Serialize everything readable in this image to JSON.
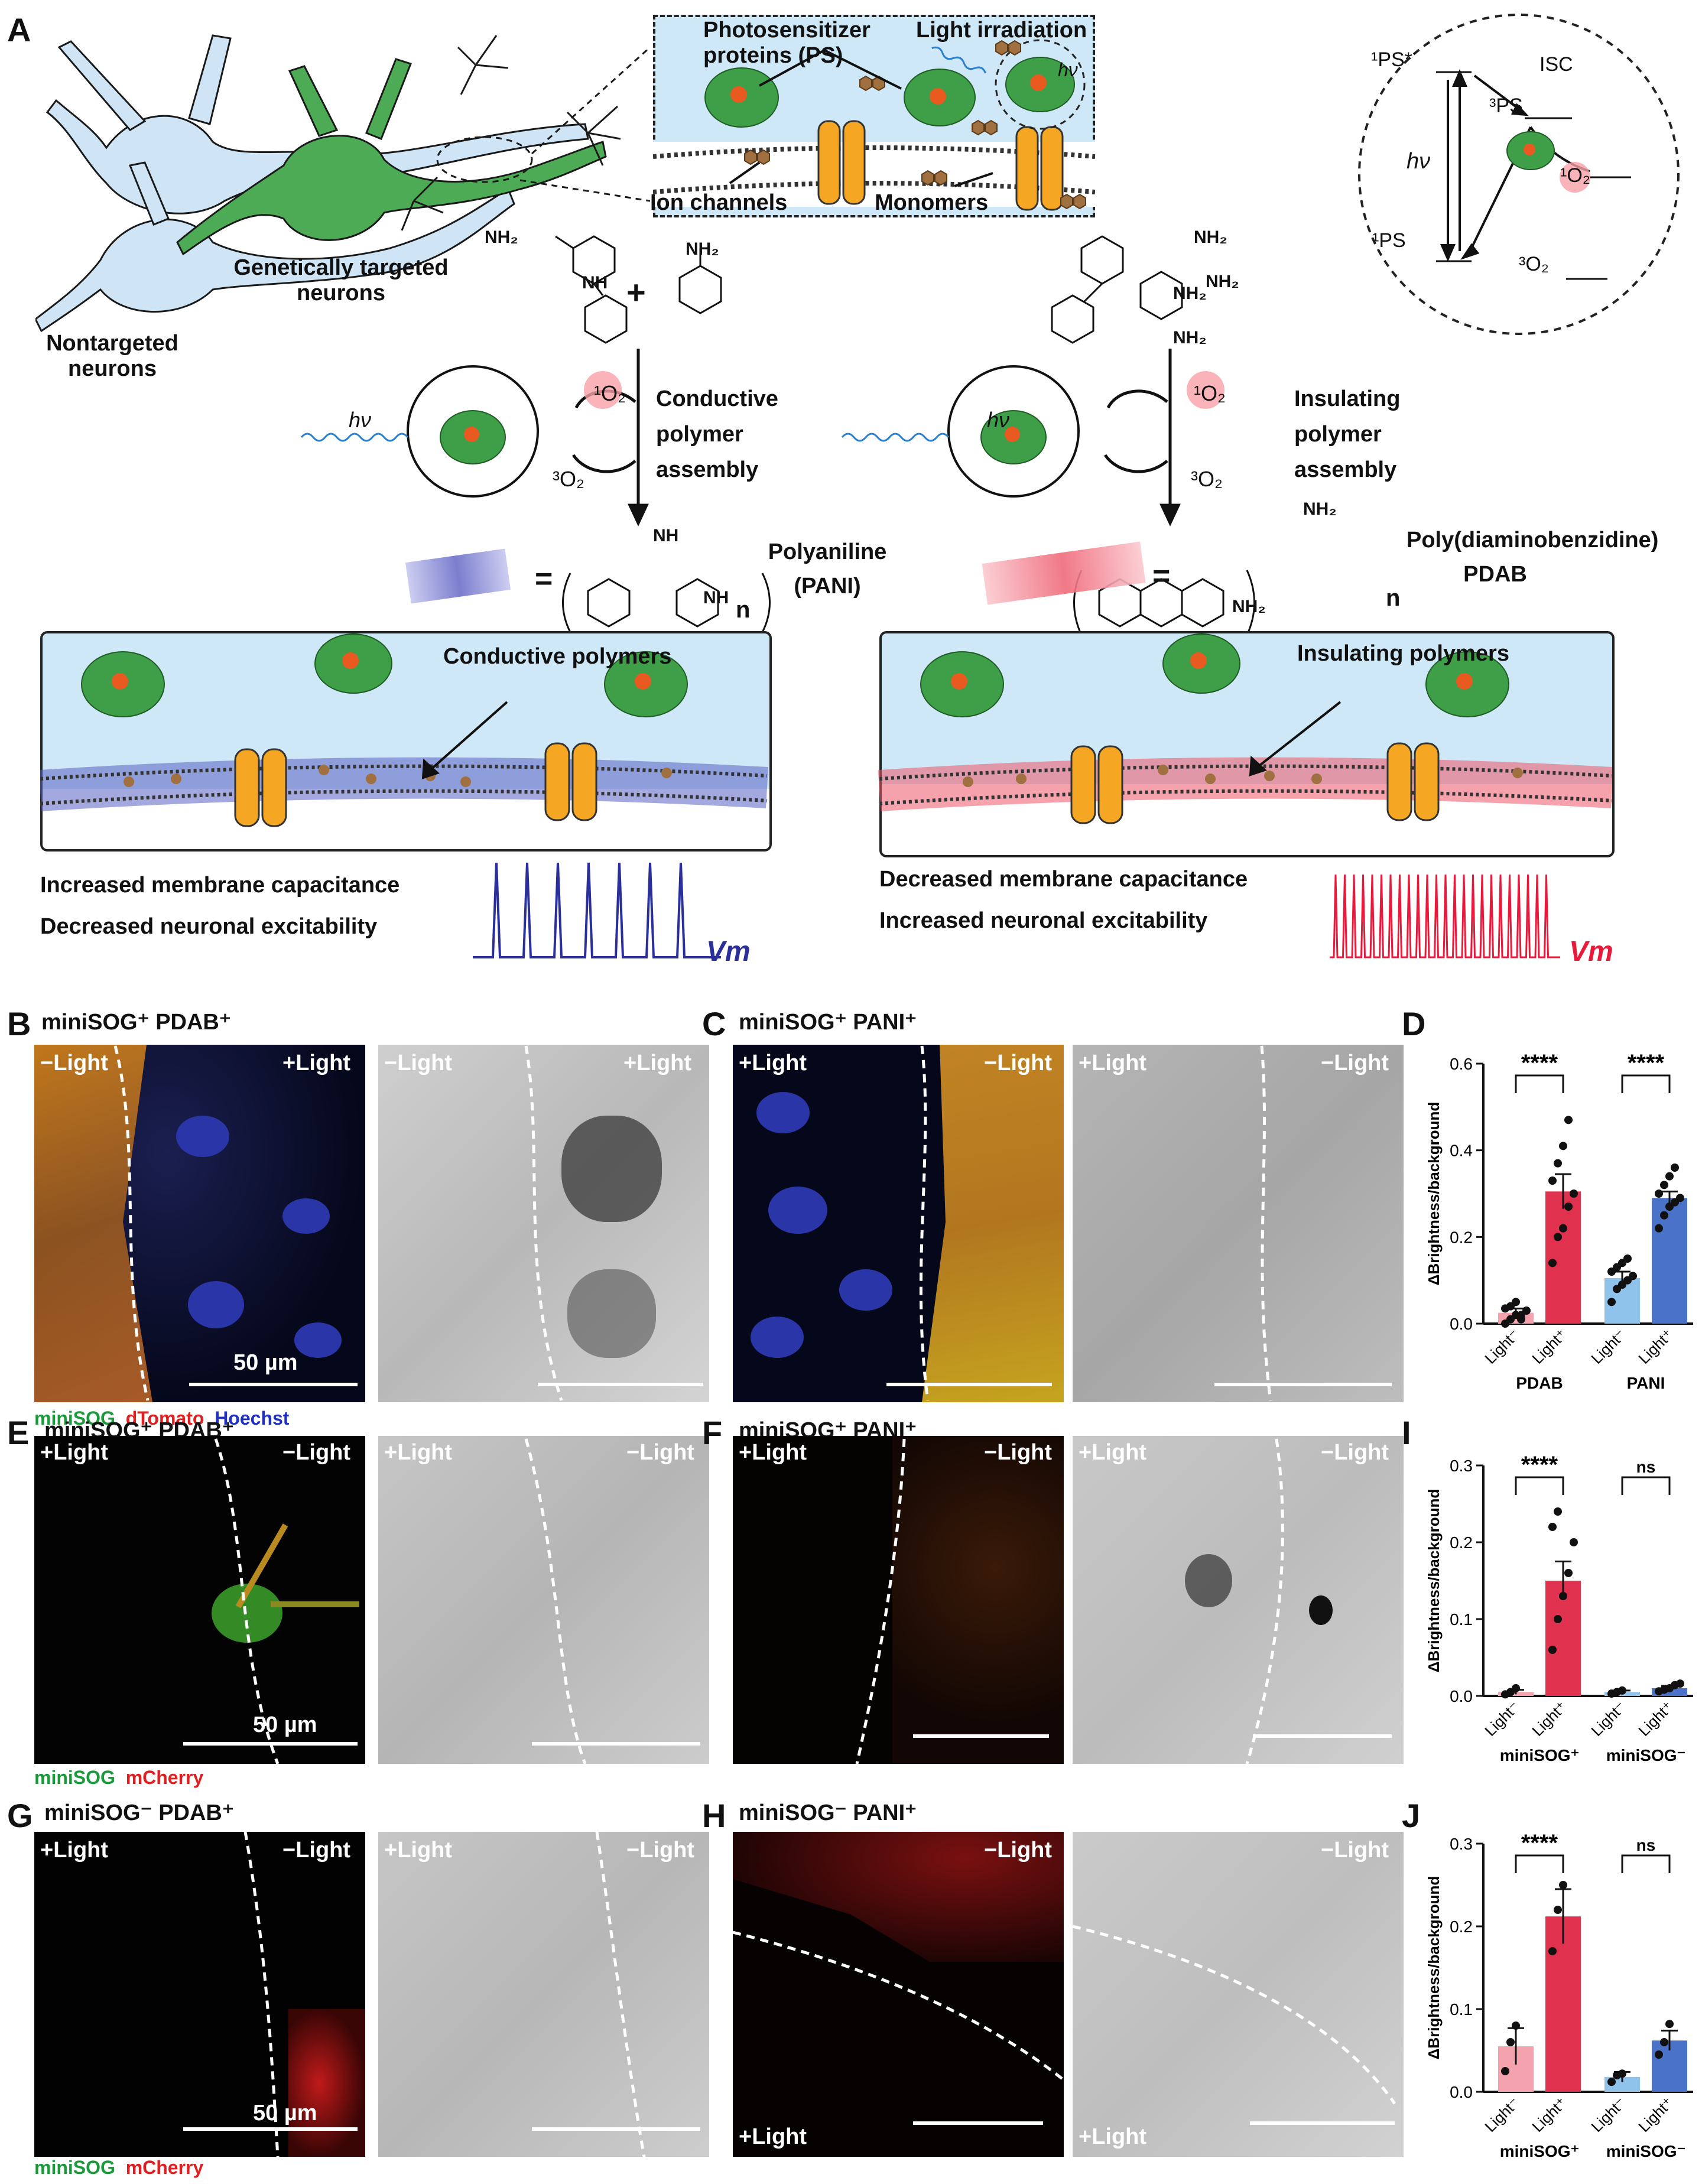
{
  "panel_A": {
    "label": "A",
    "photosensitizer": "Photosensitizer proteins (PS)",
    "light_irradiation": "Light irradiation",
    "hv": "hν",
    "ion_channels": "Ion channels",
    "monomers": "Monomers",
    "targeted": "Genetically targeted neurons",
    "nontargeted": "Nontargeted neurons",
    "cycle": {
      "ps_excited": "¹PS*",
      "isc": "ISC",
      "ps_triplet": "³PS",
      "ps_ground": "¹PS",
      "singlet_o2": "¹O₂",
      "triplet_o2": "³O₂",
      "hv": "hν"
    },
    "conductive_assembly": "Conductive polymer assembly",
    "insulating_assembly": "Insulating polymer assembly",
    "singlet_o2": "¹O₂",
    "triplet_o2": "³O₂",
    "pani_name": "Polyaniline (PANI)",
    "pdab_name": "Poly(diaminobenzidine) PDAB",
    "nh2": "NH₂",
    "nh": "NH",
    "n_sub": "n",
    "equals": "=",
    "plus": "+",
    "conductive_polymers": "Conductive polymers",
    "insulating_polymers": "Insulating polymers",
    "left_effect1": "Increased membrane capacitance",
    "left_effect2": "Decreased neuronal excitability",
    "right_effect1": "Decreased membrane capacitance",
    "right_effect2": "Increased neuronal excitability",
    "vm": "Vm"
  },
  "panel_B": {
    "label": "B",
    "title": "miniSOG⁺ PDAB⁺",
    "left_l": "−Light",
    "left_r": "+Light",
    "right_l": "−Light",
    "right_r": "+Light",
    "scale": "50 µm",
    "legend": [
      "miniSOG",
      "dTomato",
      "Hoechst"
    ]
  },
  "panel_C": {
    "label": "C",
    "title": "miniSOG⁺ PANI⁺",
    "left_l": "+Light",
    "left_r": "−Light",
    "right_l": "+Light",
    "right_r": "−Light"
  },
  "panel_E": {
    "label": "E",
    "title": "miniSOG⁺ PDAB⁺",
    "left_l": "+Light",
    "left_r": "−Light",
    "right_l": "+Light",
    "right_r": "−Light",
    "scale": "50 µm",
    "legend": [
      "miniSOG",
      "mCherry"
    ]
  },
  "panel_F": {
    "label": "F",
    "title": "miniSOG⁺ PANI⁺",
    "left_l": "+Light",
    "left_r": "−Light",
    "right_l": "+Light",
    "right_r": "−Light"
  },
  "panel_G": {
    "label": "G",
    "title": "miniSOG⁻ PDAB⁺",
    "left_l": "+Light",
    "left_r": "−Light",
    "right_l": "+Light",
    "right_r": "−Light",
    "scale": "50 µm",
    "legend": [
      "miniSOG",
      "mCherry"
    ]
  },
  "panel_H": {
    "label": "H",
    "title": "miniSOG⁻ PANI⁺",
    "left_top": "−Light",
    "left_bot": "+Light",
    "right_top": "−Light",
    "right_bot": "+Light"
  },
  "colors": {
    "pdab_light_minus": "#f4a3ae",
    "pdab_light_plus": "#e0314f",
    "pani_light_minus": "#8fc3ec",
    "pani_light_plus": "#4a72c8",
    "pani_blue": "#2b2f9a",
    "pdab_red": "#e8193a"
  },
  "chart_data": [
    {
      "panel": "D",
      "type": "bar",
      "ylabel": "ΔBrightness/background",
      "ylim": [
        0,
        0.6
      ],
      "yticks": [
        "0.0",
        "0.2",
        "0.4",
        "0.6"
      ],
      "categories": [
        "Light⁻",
        "Light⁺",
        "Light⁻",
        "Light⁺"
      ],
      "groups": [
        "PDAB",
        "PANI"
      ],
      "values": [
        0.025,
        0.305,
        0.105,
        0.29
      ],
      "errors": [
        0.01,
        0.04,
        0.015,
        0.015
      ],
      "points": [
        [
          0.0,
          0.01,
          0.02,
          0.02,
          0.03,
          0.035,
          0.04,
          0.05,
          0.01
        ],
        [
          0.14,
          0.2,
          0.22,
          0.27,
          0.3,
          0.33,
          0.37,
          0.41,
          0.47
        ],
        [
          0.05,
          0.08,
          0.09,
          0.1,
          0.11,
          0.12,
          0.13,
          0.14,
          0.15
        ],
        [
          0.22,
          0.25,
          0.27,
          0.28,
          0.29,
          0.3,
          0.32,
          0.34,
          0.36
        ]
      ],
      "sig": [
        "****",
        "****"
      ]
    },
    {
      "panel": "I",
      "type": "bar",
      "ylabel": "ΔBrightness/background",
      "ylim": [
        0,
        0.3
      ],
      "yticks": [
        "0.0",
        "0.1",
        "0.2",
        "0.3"
      ],
      "categories": [
        "Light⁻",
        "Light⁺",
        "Light⁻",
        "Light⁺"
      ],
      "groups": [
        "miniSOG⁺",
        "miniSOG⁻"
      ],
      "values": [
        0.005,
        0.15,
        0.005,
        0.01
      ],
      "errors": [
        0.003,
        0.025,
        0.002,
        0.003
      ],
      "points": [
        [
          0.002,
          0.005,
          0.01
        ],
        [
          0.06,
          0.1,
          0.13,
          0.16,
          0.2,
          0.22,
          0.24
        ],
        [
          0.003,
          0.005,
          0.007
        ],
        [
          0.006,
          0.008,
          0.01,
          0.014,
          0.016
        ]
      ],
      "sig": [
        "****",
        "ns"
      ]
    },
    {
      "panel": "J",
      "type": "bar",
      "ylabel": "ΔBrightness/background",
      "ylim": [
        0,
        0.3
      ],
      "yticks": [
        "0.0",
        "0.1",
        "0.2",
        "0.3"
      ],
      "categories": [
        "Light⁻",
        "Light⁺",
        "Light⁻",
        "Light⁺"
      ],
      "groups": [
        "miniSOG⁺",
        "miniSOG⁻"
      ],
      "values": [
        0.055,
        0.212,
        0.018,
        0.062
      ],
      "errors": [
        0.022,
        0.033,
        0.006,
        0.012
      ],
      "points": [
        [
          0.025,
          0.06,
          0.08
        ],
        [
          0.17,
          0.22,
          0.25
        ],
        [
          0.012,
          0.02,
          0.022
        ],
        [
          0.045,
          0.06,
          0.082
        ]
      ],
      "sig": [
        "****",
        "ns"
      ]
    }
  ]
}
